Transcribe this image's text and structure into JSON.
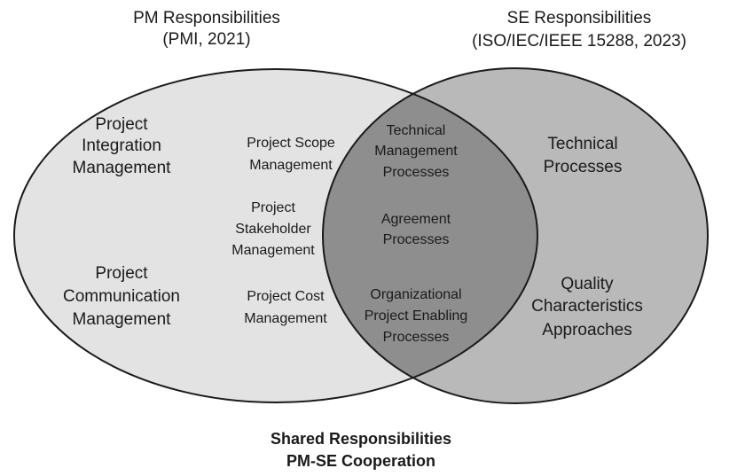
{
  "headers": {
    "pm_title": "PM Responsibilities",
    "pm_source": "(PMI, 2021)",
    "se_title": "SE Responsibilities",
    "se_source": "(ISO/IEC/IEEE 15288, 2023)"
  },
  "pm_only": {
    "integration": [
      "Project",
      "Integration",
      "Management"
    ],
    "communication": [
      "Project",
      "Communication",
      "Management"
    ]
  },
  "shared_pm": {
    "scope": [
      "Project Scope",
      "Management"
    ],
    "stakeholder": [
      "Project",
      "Stakeholder",
      "Management"
    ],
    "cost": [
      "Project Cost",
      "Management"
    ]
  },
  "shared_se": {
    "technical_management": [
      "Technical",
      "Management",
      "Processes"
    ],
    "agreement": [
      "Agreement",
      "Processes"
    ],
    "organizational": [
      "Organizational",
      "Project Enabling",
      "Processes"
    ]
  },
  "se_only": {
    "technical": [
      "Technical",
      "Processes"
    ],
    "quality": [
      "Quality",
      "Characteristics",
      "Approaches"
    ]
  },
  "footer": {
    "line1": "Shared Responsibilities",
    "line2": "PM-SE Cooperation"
  },
  "colors": {
    "pm_fill": "#e3e3e3",
    "se_fill": "#b9b9b9",
    "overlap_fill": "#8e8e8e",
    "outline": "#1a1a1a"
  }
}
